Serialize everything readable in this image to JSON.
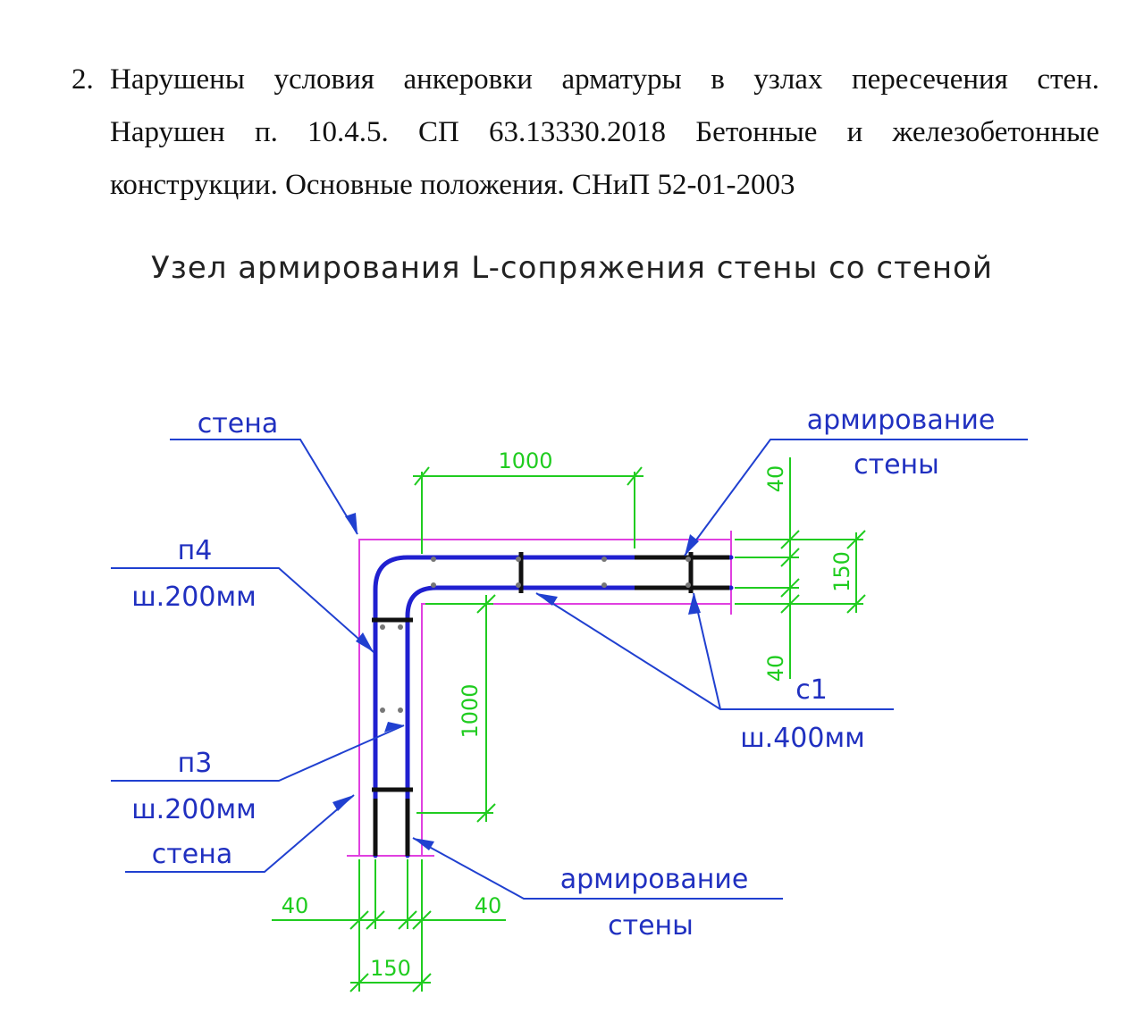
{
  "paragraph": {
    "number": "2.",
    "line1": "Нарушены условия анкеровки арматуры в узлах пересечения стен.",
    "line2": "Нарушен п. 10.4.5. СП 63.13330.2018 Бетонные и железобетонные",
    "line3": "конструкции. Основные положения. СНиП 52-01-2003"
  },
  "drawing": {
    "title": "Узел армирования L-сопряжения стены со стеной",
    "labels": {
      "wall_top": "стена",
      "rebar_top_1": "армирование",
      "rebar_top_2": "стены",
      "p4": "п4",
      "p4_step": "ш.200мм",
      "p3": "п3",
      "p3_step": "ш.200мм",
      "wall_bottom": "стена",
      "c1": "с1",
      "c1_step": "ш.400мм",
      "rebar_bottom_1": "армирование",
      "rebar_bottom_2": "стены"
    },
    "dims": {
      "horizontal_1000": "1000",
      "vertical_1000": "1000",
      "top_40": "40",
      "right_150": "150",
      "right_40": "40",
      "bottom_left_40": "40",
      "bottom_right_40": "40",
      "bottom_150": "150"
    },
    "colors": {
      "wall": "#e040e0",
      "rebar": "#2020d0",
      "leader": "#2040d0",
      "dimension": "#20cc20",
      "tie": "#111111",
      "label": "#2030c0"
    }
  }
}
